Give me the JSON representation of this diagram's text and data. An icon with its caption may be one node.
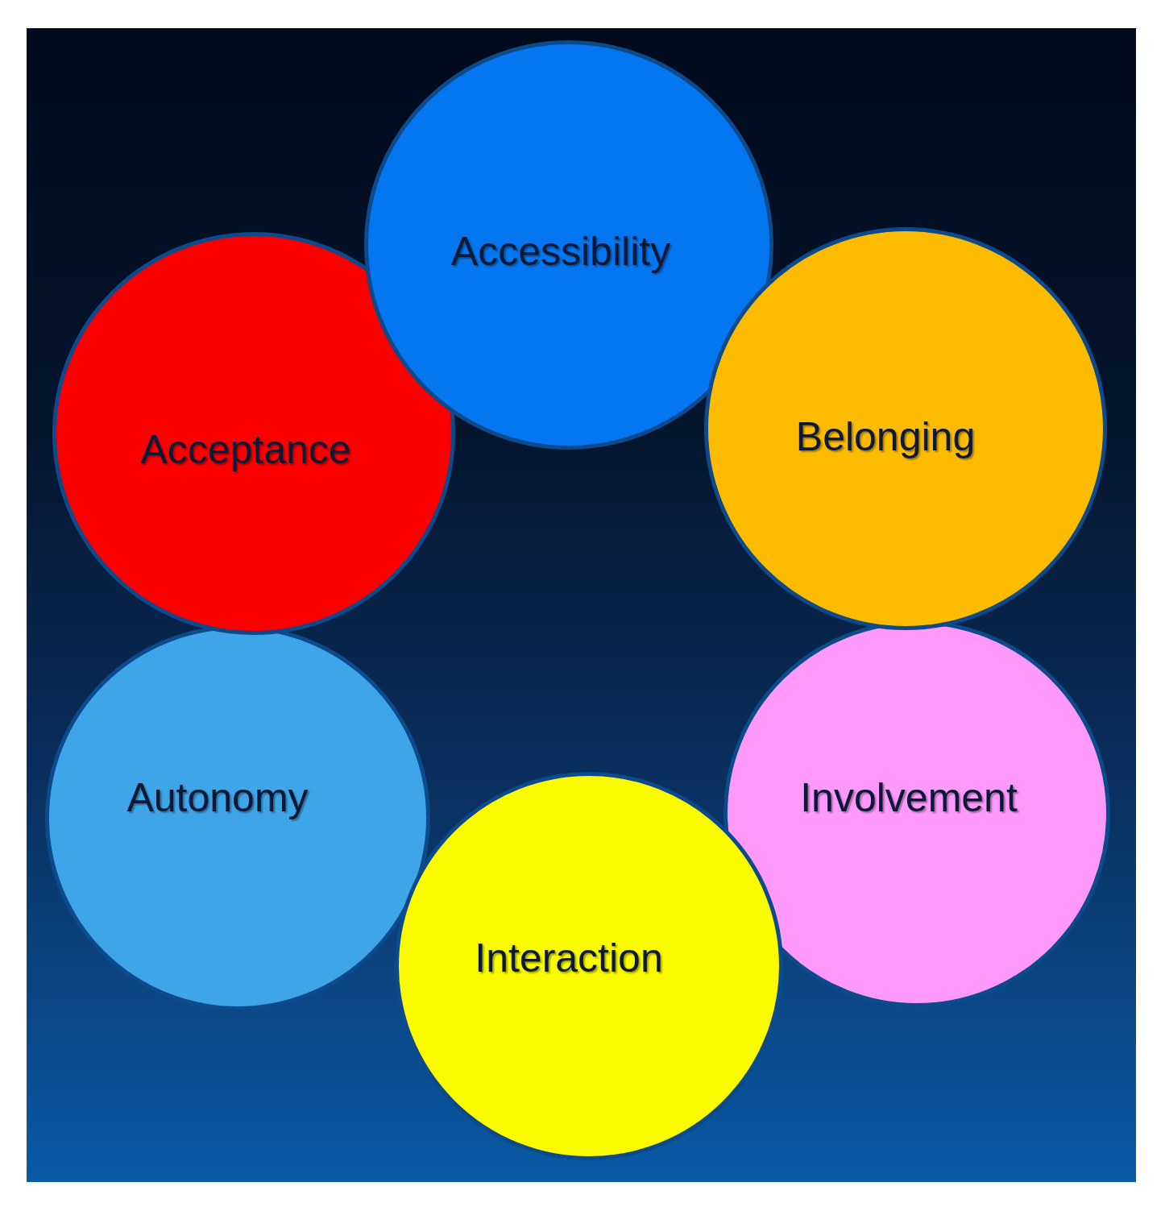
{
  "diagram": {
    "nodes": [
      {
        "text": [
          "Accessibility"
        ]
      },
      {
        "text": [
          "Acceptance"
        ]
      },
      {
        "text": [
          "Belonging"
        ]
      },
      {
        "text": [
          "Autonomy"
        ]
      },
      {
        "text": [
          "Involvement"
        ]
      },
      {
        "text": [
          "Interaction"
        ]
      }
    ]
  }
}
